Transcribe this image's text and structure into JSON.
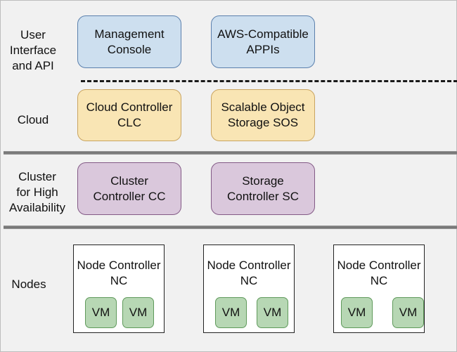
{
  "diagram": {
    "title": "Eucalyptus cloud architecture layers",
    "colors": {
      "ui_layer": "#cddfef",
      "cloud_layer": "#f9e5b4",
      "cluster_layer": "#dac8dc",
      "vm": "#b7d7b4",
      "node": "#ffffff",
      "background": "#f1f1f1"
    },
    "layers": [
      {
        "label": "User\nInterface\nand API",
        "components": [
          "Management\nConsole",
          "AWS-Compatible\nAPPIs"
        ]
      },
      {
        "label": "Cloud",
        "components": [
          "Cloud Controller\nCLC",
          "Scalable Object\nStorage SOS"
        ]
      },
      {
        "label": "Cluster\nfor High\nAvailability",
        "components": [
          "Cluster\nController CC",
          "Storage\nController SC"
        ]
      },
      {
        "label": "Nodes",
        "nodes": [
          {
            "title": "Node Controller\nNC",
            "vms": [
              "VM",
              "VM"
            ]
          },
          {
            "title": "Node Controller\nNC",
            "vms": [
              "VM",
              "VM"
            ]
          },
          {
            "title": "Node Controller\nNC",
            "vms": [
              "VM",
              "VM"
            ]
          }
        ]
      }
    ]
  }
}
